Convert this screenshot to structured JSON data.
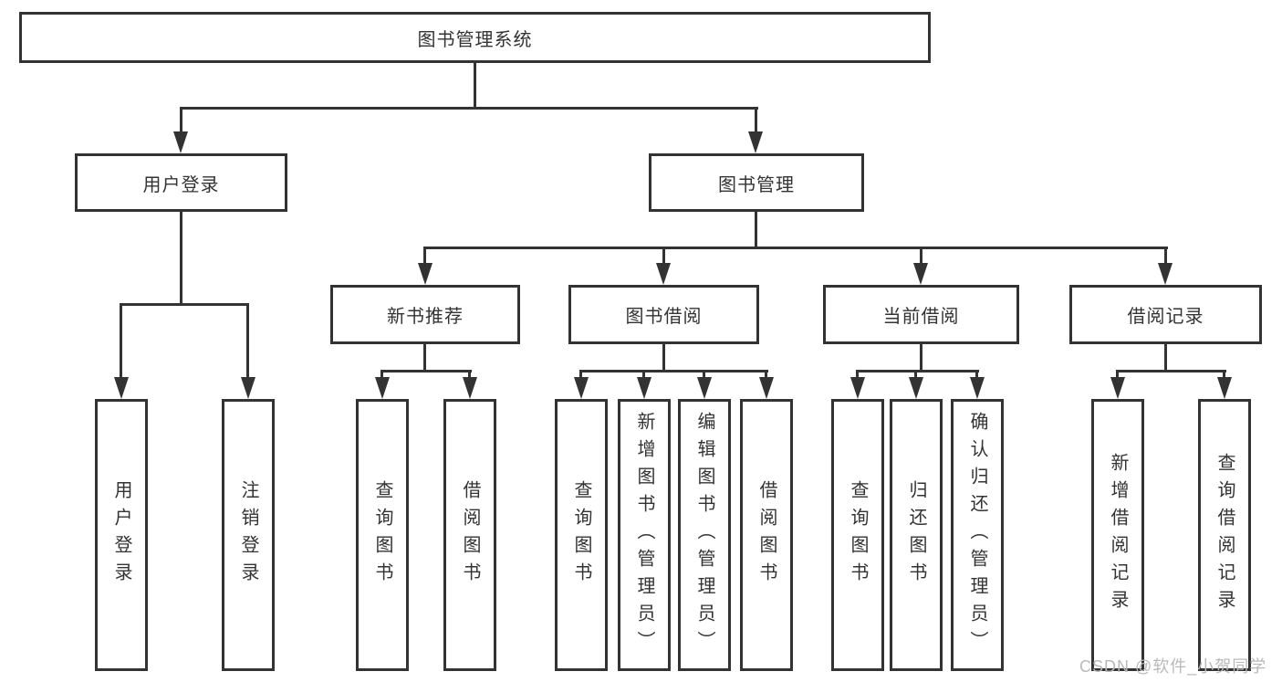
{
  "tree": {
    "root": "图书管理系统",
    "children": [
      {
        "label": "用户登录",
        "children": [
          "用户登录",
          "注销登录"
        ]
      },
      {
        "label": "图书管理",
        "children": [
          {
            "label": "新书推荐",
            "children": [
              "查询图书",
              "借阅图书"
            ]
          },
          {
            "label": "图书借阅",
            "children": [
              "查询图书",
              "新增图书（管理员）",
              "编辑图书（管理员）",
              "借阅图书"
            ]
          },
          {
            "label": "当前借阅",
            "children": [
              "查询图书",
              "归还图书",
              "确认归还（管理员）"
            ]
          },
          {
            "label": "借阅记录",
            "children": [
              "新增借阅记录",
              "查询借阅记录"
            ]
          }
        ]
      }
    ]
  },
  "watermark": {
    "text": "CSDN @软件_小贺同学"
  },
  "colors": {
    "line": "#333333",
    "text": "#333333",
    "watermark": "#b9b9b9",
    "background": "#ffffff"
  }
}
